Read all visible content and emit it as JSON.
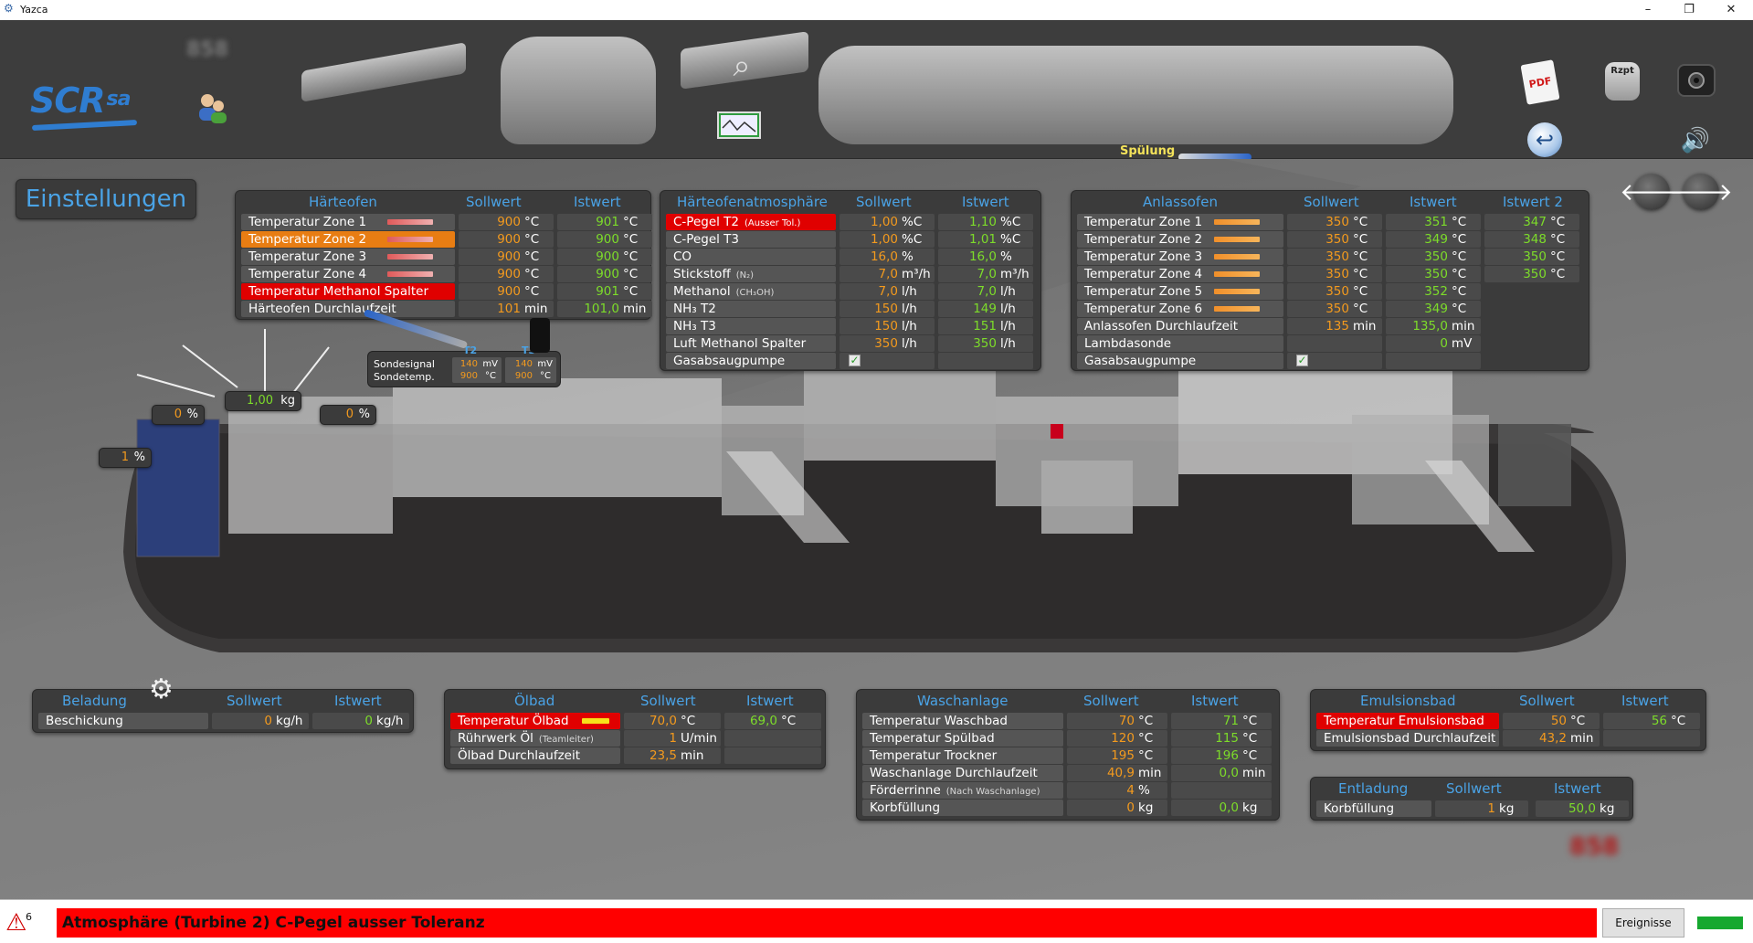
{
  "window": {
    "title": "Yazca",
    "min": "–",
    "max": "❐",
    "close": "✕"
  },
  "toolbar": {
    "logo": "SCR",
    "logo_sup": "sa",
    "blurred_id": "858",
    "spuelung": "Spülung",
    "rzpt": "Rzpt",
    "pdf": "PDF",
    "icons": [
      "users-icon",
      "machine-overview",
      "furnace-view",
      "search-machine",
      "trend-chart-icon",
      "line-overview",
      "pdf-icon",
      "database-icon",
      "camera-icon",
      "back-icon",
      "speaker-icon"
    ]
  },
  "page": {
    "title": "Einstellungen",
    "prev": "🡐",
    "next": "🡒"
  },
  "haerteofen": {
    "title": "Härteofen",
    "soll": "Sollwert",
    "ist": "Istwert",
    "rows": [
      {
        "label": "Temperatur Zone 1",
        "soll": "900",
        "su": "°C",
        "ist": "901",
        "iu": "°C"
      },
      {
        "label": "Temperatur Zone 2",
        "soll": "900",
        "su": "°C",
        "ist": "900",
        "iu": "°C"
      },
      {
        "label": "Temperatur Zone 3",
        "soll": "900",
        "su": "°C",
        "ist": "900",
        "iu": "°C"
      },
      {
        "label": "Temperatur Zone 4",
        "soll": "900",
        "su": "°C",
        "ist": "900",
        "iu": "°C"
      },
      {
        "label": "Temperatur Methanol Spalter",
        "soll": "900",
        "su": "°C",
        "ist": "901",
        "iu": "°C"
      },
      {
        "label": "Härteofen Durchlaufzeit",
        "soll": "101",
        "su": "min",
        "ist": "101,0",
        "iu": "min"
      }
    ]
  },
  "sonde": {
    "label1": "Sondesignal",
    "label2": "Sondetemp.",
    "t2": "T2",
    "t3": "T3",
    "t2_sig": "140",
    "t2_temp": "900",
    "t3_sig": "140",
    "t3_temp": "900",
    "u_sig": "mV",
    "u_temp": "°C"
  },
  "atmos": {
    "title": "Härteofenatmosphäre",
    "soll": "Sollwert",
    "ist": "Istwert",
    "rows": [
      {
        "label": "C-Pegel T2",
        "note": "(Ausser Tol.)",
        "soll": "1,00",
        "su": "%C",
        "ist": "1,10",
        "iu": "%C"
      },
      {
        "label": "C-Pegel T3",
        "note": "",
        "soll": "1,00",
        "su": "%C",
        "ist": "1,01",
        "iu": "%C"
      },
      {
        "label": "CO",
        "note": "",
        "soll": "16,0",
        "su": "%",
        "ist": "16,0",
        "iu": "%"
      },
      {
        "label": "Stickstoff",
        "note": "(N₂)",
        "soll": "7,0",
        "su": "m³/h",
        "ist": "7,0",
        "iu": "m³/h"
      },
      {
        "label": "Methanol",
        "note": "(CH₃OH)",
        "soll": "7,0",
        "su": "l/h",
        "ist": "7,0",
        "iu": "l/h"
      },
      {
        "label": "NH₃ T2",
        "note": "",
        "soll": "150",
        "su": "l/h",
        "ist": "149",
        "iu": "l/h"
      },
      {
        "label": "NH₃ T3",
        "note": "",
        "soll": "150",
        "su": "l/h",
        "ist": "151",
        "iu": "l/h"
      },
      {
        "label": "Luft Methanol Spalter",
        "note": "",
        "soll": "350",
        "su": "l/h",
        "ist": "350",
        "iu": "l/h"
      },
      {
        "label": "Gasabsaugpumpe",
        "note": "",
        "soll": "",
        "su": "",
        "ist": "",
        "iu": ""
      }
    ]
  },
  "anlass": {
    "title": "Anlassofen",
    "soll": "Sollwert",
    "ist": "Istwert",
    "ist2": "Istwert 2",
    "rows": [
      {
        "label": "Temperatur Zone 1",
        "soll": "350",
        "su": "°C",
        "ist": "351",
        "iu": "°C",
        "ist2": "347",
        "i2u": "°C"
      },
      {
        "label": "Temperatur Zone 2",
        "soll": "350",
        "su": "°C",
        "ist": "349",
        "iu": "°C",
        "ist2": "348",
        "i2u": "°C"
      },
      {
        "label": "Temperatur Zone 3",
        "soll": "350",
        "su": "°C",
        "ist": "350",
        "iu": "°C",
        "ist2": "350",
        "i2u": "°C"
      },
      {
        "label": "Temperatur Zone 4",
        "soll": "350",
        "su": "°C",
        "ist": "350",
        "iu": "°C",
        "ist2": "350",
        "i2u": "°C"
      },
      {
        "label": "Temperatur Zone 5",
        "soll": "350",
        "su": "°C",
        "ist": "352",
        "iu": "°C",
        "ist2": "",
        "i2u": ""
      },
      {
        "label": "Temperatur Zone 6",
        "soll": "350",
        "su": "°C",
        "ist": "349",
        "iu": "°C",
        "ist2": "",
        "i2u": ""
      },
      {
        "label": "Anlassofen Durchlaufzeit",
        "soll": "135",
        "su": "min",
        "ist": "135,0",
        "iu": "min",
        "ist2": "",
        "i2u": ""
      },
      {
        "label": "Lambdasonde",
        "soll": "",
        "su": "",
        "ist": "0",
        "iu": "mV",
        "ist2": "",
        "i2u": ""
      },
      {
        "label": "Gasabsaugpumpe",
        "soll": "",
        "su": "",
        "ist": "",
        "iu": "",
        "ist2": "",
        "i2u": ""
      }
    ]
  },
  "tags": {
    "t1": {
      "v": "1",
      "u": "%"
    },
    "t2": {
      "v": "0",
      "u": "%"
    },
    "t3": {
      "v": "1,00",
      "u": "kg"
    },
    "t4": {
      "v": "0",
      "u": "%"
    }
  },
  "beladung": {
    "title": "Beladung",
    "soll": "Sollwert",
    "ist": "Istwert",
    "rows": [
      {
        "label": "Beschickung",
        "soll": "0",
        "su": "kg/h",
        "ist": "0",
        "iu": "kg/h"
      }
    ]
  },
  "oelbad": {
    "title": "Ölbad",
    "soll": "Sollwert",
    "ist": "Istwert",
    "rows": [
      {
        "label": "Temperatur Ölbad",
        "note": "",
        "soll": "70,0",
        "su": "°C",
        "ist": "69,0",
        "iu": "°C"
      },
      {
        "label": "Rührwerk Öl",
        "note": "(Teamleiter)",
        "soll": "1",
        "su": "U/min",
        "ist": "",
        "iu": ""
      },
      {
        "label": "Ölbad Durchlaufzeit",
        "note": "",
        "soll": "23,5",
        "su": "min",
        "ist": "",
        "iu": ""
      }
    ]
  },
  "wasch": {
    "title": "Waschanlage",
    "soll": "Sollwert",
    "ist": "Istwert",
    "rows": [
      {
        "label": "Temperatur Waschbad",
        "note": "",
        "soll": "70",
        "su": "°C",
        "ist": "71",
        "iu": "°C"
      },
      {
        "label": "Temperatur Spülbad",
        "note": "",
        "soll": "120",
        "su": "°C",
        "ist": "115",
        "iu": "°C"
      },
      {
        "label": "Temperatur Trockner",
        "note": "",
        "soll": "195",
        "su": "°C",
        "ist": "196",
        "iu": "°C"
      },
      {
        "label": "Waschanlage Durchlaufzeit",
        "note": "",
        "soll": "40,9",
        "su": "min",
        "ist": "0,0",
        "iu": "min"
      },
      {
        "label": "Förderrinne",
        "note": "(Nach Waschanlage)",
        "soll": "4",
        "su": "%",
        "ist": "",
        "iu": ""
      },
      {
        "label": "Korbfüllung",
        "note": "",
        "soll": "0",
        "su": "kg",
        "ist": "0,0",
        "iu": "kg"
      }
    ]
  },
  "emulsion": {
    "title": "Emulsionsbad",
    "soll": "Sollwert",
    "ist": "Istwert",
    "rows": [
      {
        "label": "Temperatur Emulsionsbad",
        "soll": "50",
        "su": "°C",
        "ist": "56",
        "iu": "°C"
      },
      {
        "label": "Emulsionsbad Durchlaufzeit",
        "soll": "43,2",
        "su": "min",
        "ist": "",
        "iu": ""
      }
    ]
  },
  "entladung": {
    "title": "Entladung",
    "soll": "Sollwert",
    "ist": "Istwert",
    "rows": [
      {
        "label": "Korbfüllung",
        "soll": "1",
        "su": "kg",
        "ist": "50,0",
        "iu": "kg"
      }
    ]
  },
  "status": {
    "count": "6",
    "message": "Atmosphäre (Turbine 2) C-Pegel ausser Toleranz",
    "events": "Ereignisse"
  }
}
